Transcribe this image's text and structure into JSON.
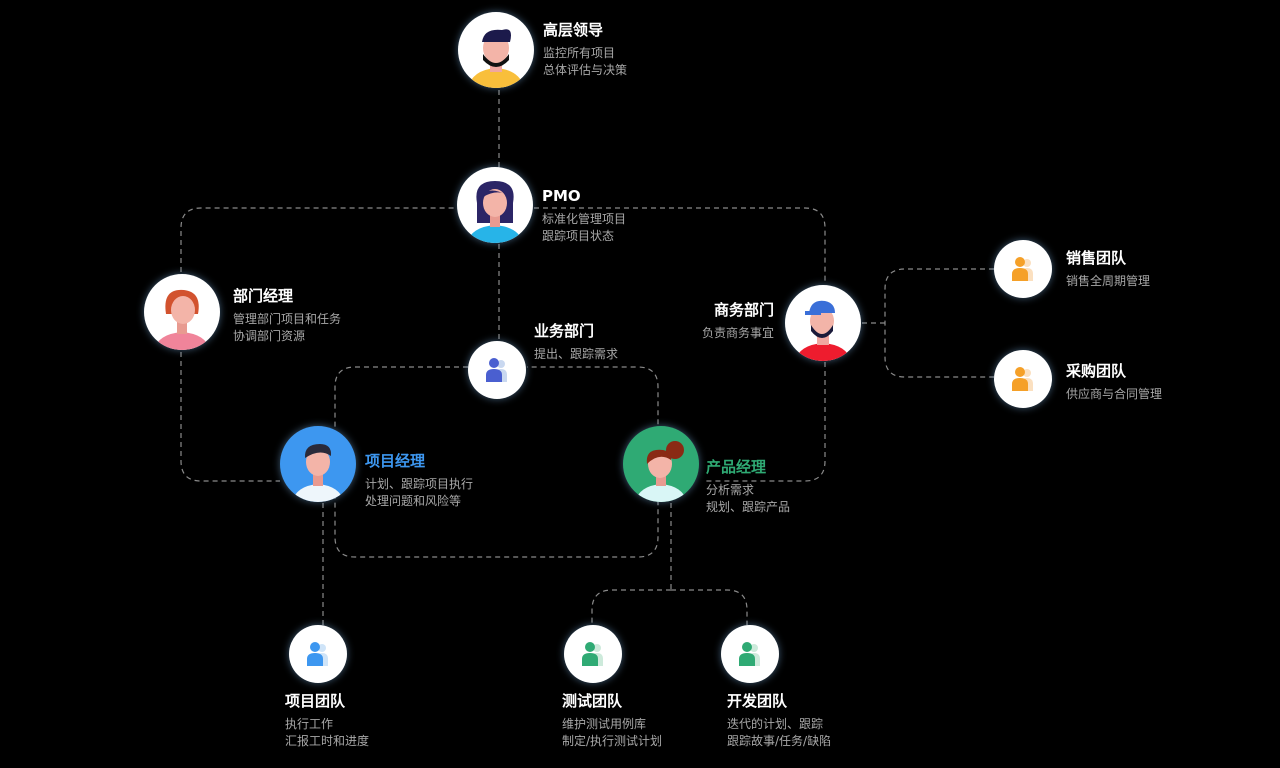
{
  "colors": {
    "blue": "#3d97f0",
    "green": "#2faa74",
    "orange": "#f5a028",
    "line": "#8a8a8a"
  },
  "nodes": {
    "leader": {
      "title": "高层领导",
      "desc": [
        "监控所有项目",
        "总体评估与决策"
      ]
    },
    "pmo": {
      "title": "PMO",
      "desc": [
        "标准化管理项目",
        "跟踪项目状态"
      ]
    },
    "dept": {
      "title": "部门经理",
      "desc": [
        "管理部门项目和任务",
        "协调部门资源"
      ]
    },
    "biz": {
      "title": "业务部门",
      "desc": [
        "提出、跟踪需求"
      ]
    },
    "commerce": {
      "title": "商务部门",
      "desc": [
        "负责商务事宜"
      ]
    },
    "pm": {
      "title": "项目经理",
      "desc": [
        "计划、跟踪项目执行",
        "处理问题和风险等"
      ]
    },
    "product": {
      "title": "产品经理",
      "desc": [
        "分析需求",
        "规划、跟踪产品"
      ]
    },
    "sales": {
      "title": "销售团队",
      "desc": [
        "销售全周期管理"
      ]
    },
    "purchase": {
      "title": "采购团队",
      "desc": [
        "供应商与合同管理"
      ]
    },
    "projteam": {
      "title": "项目团队",
      "desc": [
        "执行工作",
        "汇报工时和进度"
      ]
    },
    "test": {
      "title": "测试团队",
      "desc": [
        "维护测试用例库",
        "制定/执行测试计划"
      ]
    },
    "dev": {
      "title": "开发团队",
      "desc": [
        "迭代的计划、跟踪",
        "跟踪故事/任务/缺陷"
      ]
    }
  }
}
